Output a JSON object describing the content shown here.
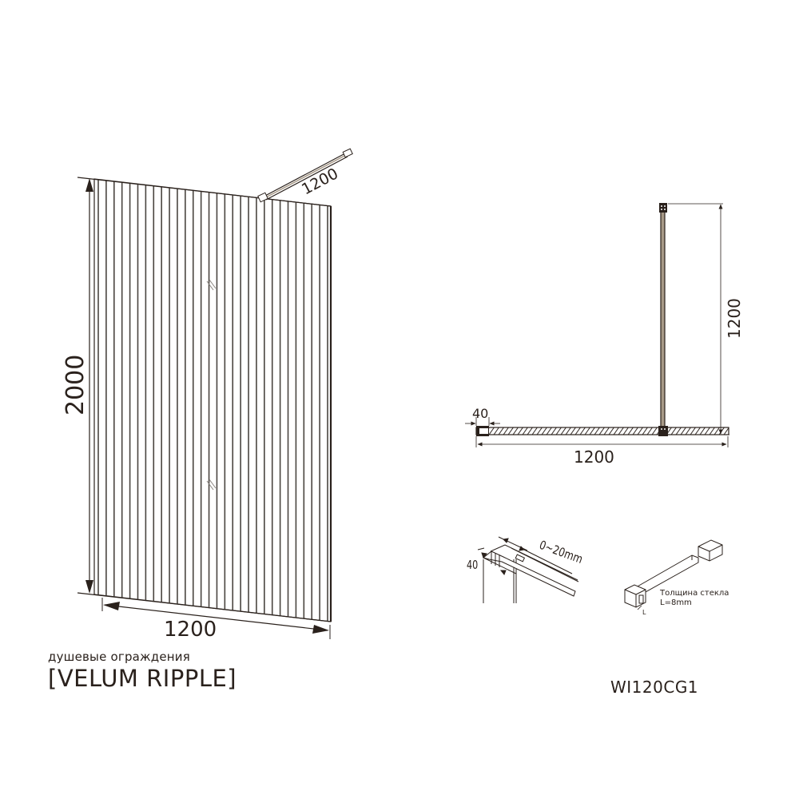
{
  "product": {
    "category": "душевые ограждения",
    "name": "[VELUM RIPPLE]",
    "model": "WI120CG1"
  },
  "colors": {
    "line": "#2a211c",
    "glass_stripe": "#4a4540",
    "profile_fill": "#a89a88",
    "background": "#ffffff"
  },
  "front_view": {
    "height_label": "2000",
    "width_label": "1200",
    "bar_length_label": "1200",
    "stripe_count": 30
  },
  "top_view": {
    "wall_profile_label": "40",
    "width_label": "1200",
    "bar_length_label": "1200"
  },
  "detail_profile": {
    "depth_label": "40",
    "adjust_label": "0~20mm"
  },
  "detail_bar": {
    "thickness_title": "Толщина стекла",
    "thickness_value": "L=8mm",
    "dim_letter": "L"
  }
}
